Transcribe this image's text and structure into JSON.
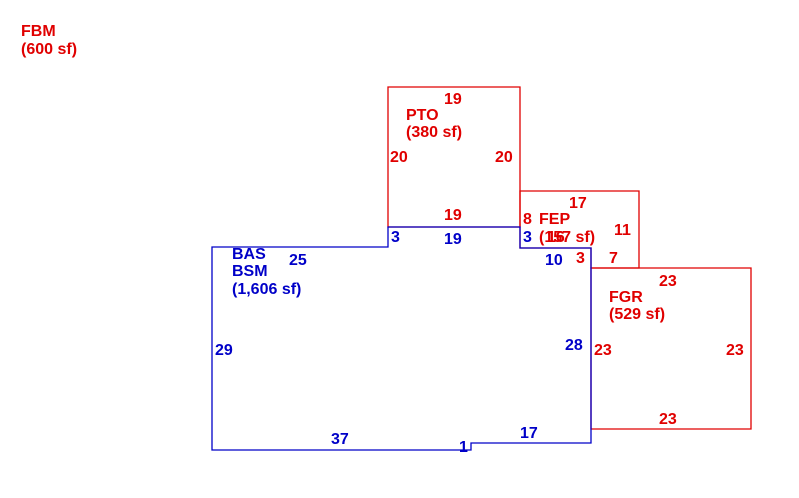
{
  "colors": {
    "main_area": "#0000c8",
    "other_area": "#e00000"
  },
  "fbm": {
    "code": "FBM",
    "area": "(600 sf)"
  },
  "pto": {
    "code": "PTO",
    "area": "(380 sf)",
    "dims": {
      "top": "19",
      "left": "20",
      "right": "20",
      "bottom": "19"
    }
  },
  "fep": {
    "code": "FEP",
    "area": "(157 sf)",
    "dims": {
      "top": "17",
      "left_top": "8",
      "left_bottom": "3",
      "overlap": "16",
      "right": "11",
      "bottom_right": "7",
      "bottom_left": "3"
    }
  },
  "fgr": {
    "code": "FGR",
    "area": "(529 sf)",
    "dims": {
      "top": "23",
      "left": "23",
      "right": "23",
      "bottom": "23"
    }
  },
  "bas": {
    "code1": "BAS",
    "code2": "BSM",
    "area": "(1,606 sf)",
    "dims": {
      "top_left": "25",
      "step_left": "3",
      "top_mid": "19",
      "step_right": "3",
      "top_right": "10",
      "left": "29",
      "right": "28",
      "bottom_left": "37",
      "bottom_step": "1",
      "bottom_right": "17"
    }
  }
}
